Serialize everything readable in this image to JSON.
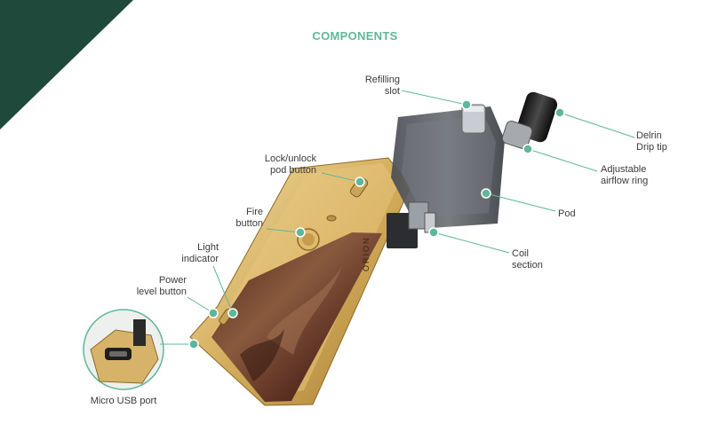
{
  "header": {
    "title": "COMPONENTS"
  },
  "colors": {
    "accent": "#5fb79a",
    "corner": "#1f4a3b",
    "gold": "#d8b56a",
    "wood": "#6b3a2c"
  },
  "labels": {
    "refilling_slot": "Refilling\nslot",
    "delrin_drip_tip": "Delrin\nDrip tip",
    "adjustable_airflow_ring": "Adjustable\nairflow ring",
    "lock_unlock_pod_button": "Lock/unlock\npod button",
    "fire_button": "Fire\nbutton",
    "pod": "Pod",
    "light_indicator": "Light\nindicator",
    "coil_section": "Coil\nsection",
    "power_level_button": "Power\nlevel button",
    "micro_usb_port": "Micro USB port"
  },
  "device": {
    "brand_text": "ORION"
  }
}
